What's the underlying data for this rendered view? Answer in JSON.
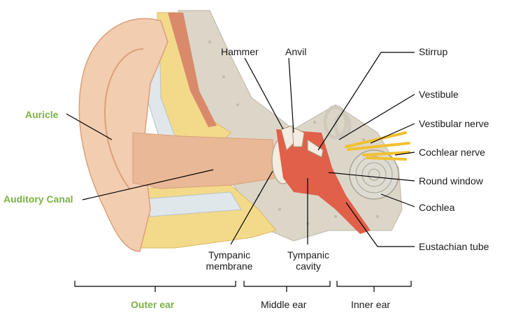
{
  "colors": {
    "skin": "#f2cdb0",
    "skin_dark": "#e9b896",
    "bone": "#dcd6c9",
    "cartilage": "#dfe7ea",
    "fat": "#f3d98a",
    "muscle": "#d98a6a",
    "cavity": "#e0604a",
    "nerve": "#f2c030",
    "green_label": "#7bb241"
  },
  "labels": {
    "auricle": "Auricle",
    "auditory_canal": "Auditory Canal",
    "hammer": "Hammer",
    "anvil": "Anvil",
    "stirrup": "Stirrup",
    "vestibule": "Vestibule",
    "vestibular_nerve": "Vestibular nerve",
    "cochlear_nerve": "Cochlear nerve",
    "round_window": "Round window",
    "cochlea": "Cochlea",
    "eustachian_tube": "Eustachian tube",
    "tympanic_membrane": "Tympanic\nmembrane",
    "tympanic_cavity": "Tympanic\ncavity"
  },
  "sections": {
    "outer": "Outer ear",
    "middle": "Middle ear",
    "inner": "Inner ear"
  }
}
